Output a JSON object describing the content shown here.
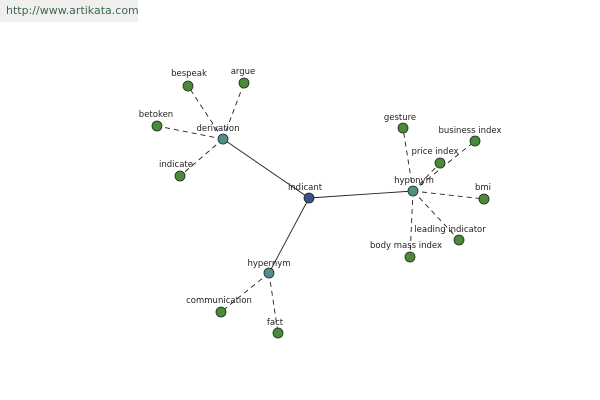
{
  "source_url": "http://www.artikata.com",
  "colors": {
    "center": "#3d4f8c",
    "relation": "#4f8f8c",
    "leaf": "#4c8a3a",
    "stroke": "#1f2a1f"
  },
  "graph": {
    "center": {
      "id": "indicant",
      "label": "indicant"
    },
    "relations": [
      {
        "id": "derivation",
        "label": "derivation",
        "leaves": [
          {
            "id": "bespeak",
            "label": "bespeak"
          },
          {
            "id": "argue",
            "label": "argue"
          },
          {
            "id": "betoken",
            "label": "betoken"
          },
          {
            "id": "indicate",
            "label": "indicate"
          }
        ]
      },
      {
        "id": "hyponym",
        "label": "hyponym",
        "leaves": [
          {
            "id": "gesture",
            "label": "gesture"
          },
          {
            "id": "business-index",
            "label": "business index"
          },
          {
            "id": "price-index",
            "label": "price index"
          },
          {
            "id": "bmi",
            "label": "bmi"
          },
          {
            "id": "leading-indicator",
            "label": "leading indicator"
          },
          {
            "id": "body-mass-index",
            "label": "body mass index"
          }
        ]
      },
      {
        "id": "hypernym",
        "label": "hypernym",
        "leaves": [
          {
            "id": "communication",
            "label": "communication"
          },
          {
            "id": "fact",
            "label": "fact"
          }
        ]
      }
    ]
  }
}
